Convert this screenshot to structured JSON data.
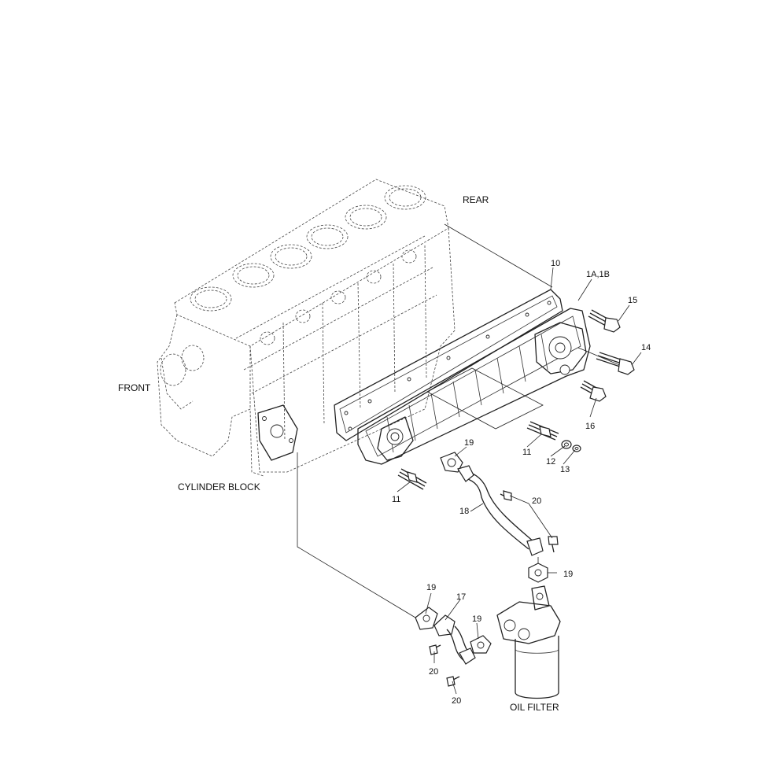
{
  "labels": {
    "rear": "REAR",
    "front": "FRONT",
    "cylinder_block": "CYLINDER BLOCK",
    "oil_filter": "OIL FILTER"
  },
  "callouts": {
    "p10": "10",
    "p1a1b": "1A,1B",
    "p15": "15",
    "p14": "14",
    "p16": "16",
    "p11a": "11",
    "p12": "12",
    "p13": "13",
    "p11b": "11",
    "p19a": "19",
    "p20a": "20",
    "p18": "18",
    "p19b": "19",
    "p19c": "19",
    "p17": "17",
    "p19d": "19",
    "p20b": "20",
    "p20c": "20"
  }
}
